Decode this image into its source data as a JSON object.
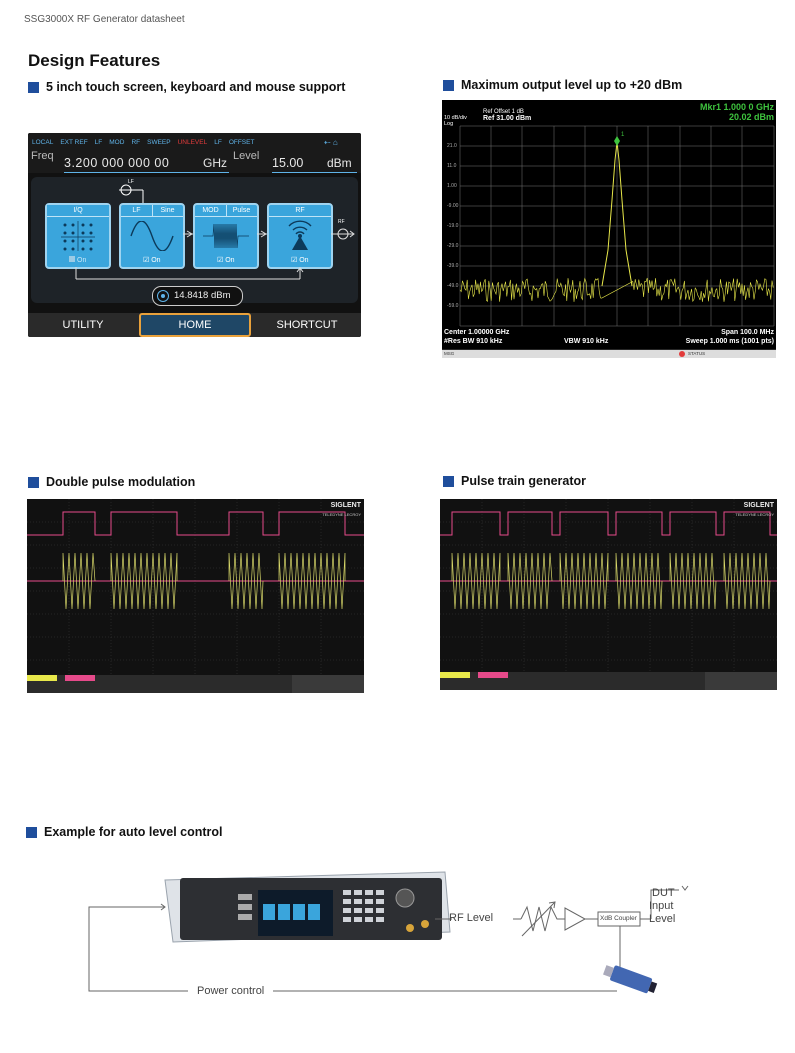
{
  "doc_header": "SSG3000X RF Generator datasheet",
  "page_title": "Design Features",
  "sections": {
    "touch": "5 inch touch screen, keyboard and mouse support",
    "max_level": "Maximum output level up to +20 dBm",
    "double_pulse": "Double pulse modulation",
    "pulse_train": "Pulse train generator",
    "auto_level": "Example for auto level control"
  },
  "touch_screen": {
    "flags": [
      "LOCAL",
      "EXT REF",
      "LF",
      "MOD",
      "RF",
      "SWEEP",
      "UNLEVEL",
      "LF",
      "OFFSET"
    ],
    "freq_label": "Freq",
    "freq_value": "3.200 000 000 00",
    "freq_unit": "GHz",
    "level_label": "Level",
    "level_value": "15.00",
    "level_unit": "dBm",
    "blocks": [
      {
        "label": "I/Q",
        "on": "On"
      },
      {
        "label": "LF",
        "label2": "Sine",
        "on": "On"
      },
      {
        "label": "MOD",
        "label2": "Pulse",
        "on": "On"
      },
      {
        "label": "RF",
        "on": "On"
      }
    ],
    "lf_tag": "LF",
    "rf_tag": "RF",
    "power_readout": "14.8418 dBm",
    "menu": {
      "utility": "UTILITY",
      "home": "HOME",
      "shortcut": "SHORTCUT"
    }
  },
  "spectrum": {
    "ref_offset": "Ref Offset 1 dB",
    "ref": "Ref 31.00 dBm",
    "scale": "10 dB/div",
    "scale_type": "Log",
    "marker": "Mkr1 1.000 0 GHz",
    "marker_level": "20.02 dBm",
    "marker_num": "1",
    "yticks": [
      "21.0",
      "11.0",
      "1.00",
      "-9.00",
      "-19.0",
      "-29.0",
      "-39.0",
      "-49.0",
      "-59.0"
    ],
    "center": "Center 1.00000 GHz",
    "span": "Span 100.0 MHz",
    "rbw": "#Res BW 910 kHz",
    "vbw": "VBW 910 kHz",
    "sweep": "Sweep  1.000 ms (1001 pts)",
    "msg": "MSG",
    "status": "STATUS"
  },
  "scope_brand": "SIGLENT",
  "scope_sub": "TELEDYNE LECROY",
  "diagram": {
    "rf_level": "RF Level",
    "coupler": "XdB Coupler",
    "dut": "DUT",
    "dut2": "Input",
    "dut3": "Level",
    "power_control": "Power control"
  }
}
